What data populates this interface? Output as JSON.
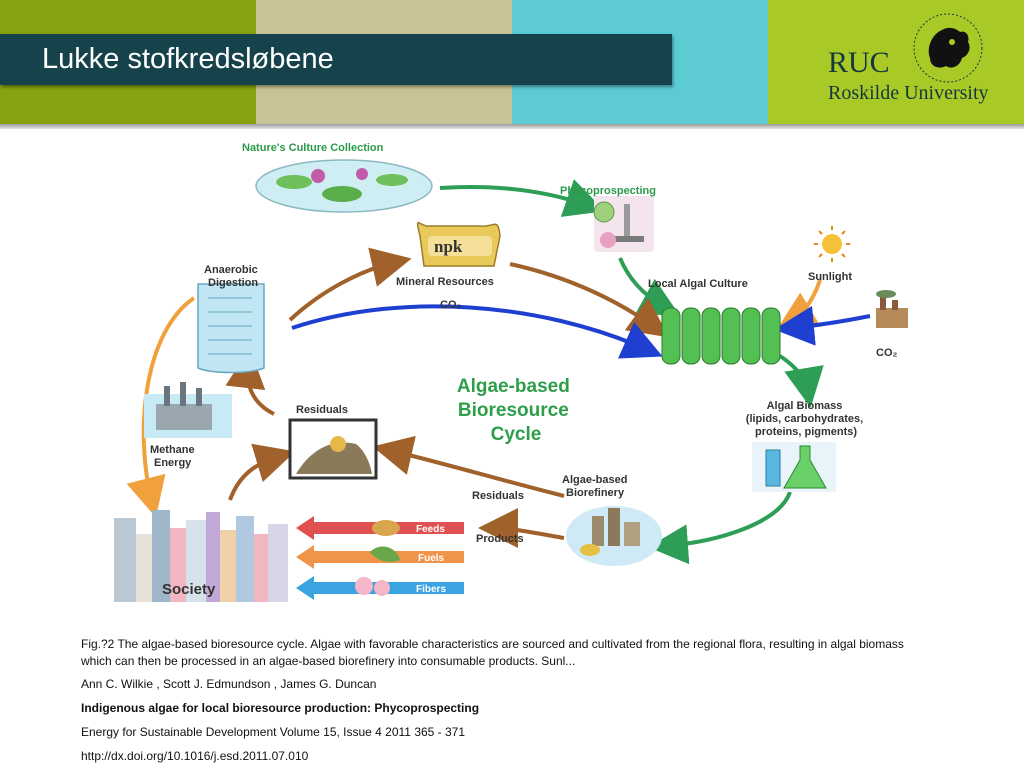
{
  "slide": {
    "title": "Lukke stofkredsløbene",
    "logo": {
      "name": "RUC",
      "sub": "Roskilde University"
    },
    "colors": {
      "band1": "#86a20e",
      "band2": "#c8c396",
      "band3": "#5ccbd3",
      "band4": "#a9c926",
      "title_bar": "#16434b"
    }
  },
  "diagram": {
    "center_title": [
      "Algae-based",
      "Bioresource",
      "Cycle"
    ],
    "nodes": {
      "natures": "Nature's Culture Collection",
      "phyco": "Phycoprospecting",
      "mineral": "Mineral Resources",
      "npk": "npk",
      "co2_a": "CO₂",
      "local": "Local Algal Culture",
      "sunlight": "Sunlight",
      "co2_b": "CO₂",
      "anaerobic": [
        "Anaerobic",
        "Digestion"
      ],
      "methane": [
        "Methane",
        "Energy"
      ],
      "residuals_a": "Residuals",
      "biomass": [
        "Algal Biomass",
        "(lipids, carbohydrates,",
        "proteins, pigments)"
      ],
      "biorefinery": [
        "Algae-based",
        "Biorefinery"
      ],
      "residuals_b": "Residuals",
      "products": "Products",
      "society": "Society",
      "feeds": "Feeds",
      "fuels": "Fuels",
      "fibers": "Fibers"
    }
  },
  "caption": {
    "text": "Fig.?2   The algae-based bioresource cycle. Algae with favorable characteristics are sourced and cultivated from the regional flora, resulting in algal biomass which can then be processed in an algae-based biorefinery into consumable products. Sunl...",
    "authors": "Ann C.  Wilkie , Scott J.  Edmundson , James G.  Duncan",
    "article": "Indigenous algae for local bioresource production: Phycoprospecting",
    "journal": "Energy for Sustainable Development Volume 15, Issue 4 2011 365 - 371",
    "doi": "http://dx.doi.org/10.1016/j.esd.2011.07.010"
  }
}
